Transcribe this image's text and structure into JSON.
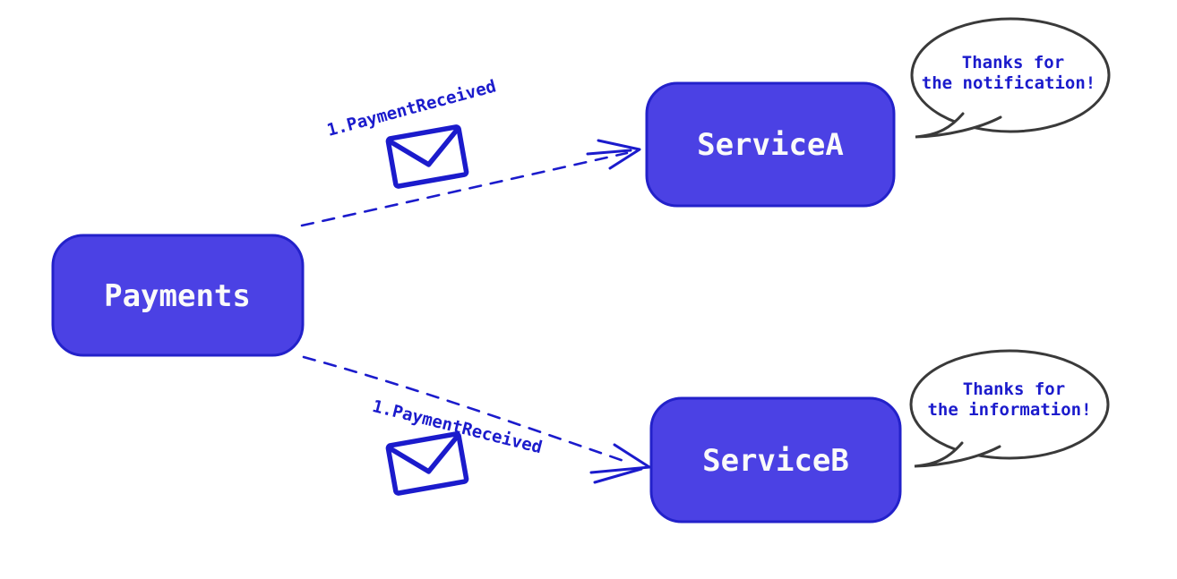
{
  "diagram": {
    "background": "#ffffff",
    "colors": {
      "node_fill": "#4B41E4",
      "node_border": "#2321CA",
      "node_text": "#FAFAFA",
      "ink": "#1B1BCC",
      "bubble_stroke": "#3A3A3A",
      "bubble_fill": "#FFFFFF",
      "envelope_fill": "#FFFFFF"
    },
    "nodes": {
      "payments": {
        "label": "Payments"
      },
      "service_a": {
        "label": "ServiceA"
      },
      "service_b": {
        "label": "ServiceB"
      }
    },
    "edges": {
      "to_service_a": {
        "label": "1.PaymentReceived",
        "style": "dashed",
        "icon": "envelope-icon"
      },
      "to_service_b": {
        "label": "1.PaymentReceived",
        "style": "dashed",
        "icon": "envelope-icon"
      }
    },
    "bubbles": {
      "service_a": {
        "line1": "Thanks for",
        "line2": "the notification!"
      },
      "service_b": {
        "line1": "Thanks for",
        "line2": "the information!"
      }
    }
  }
}
